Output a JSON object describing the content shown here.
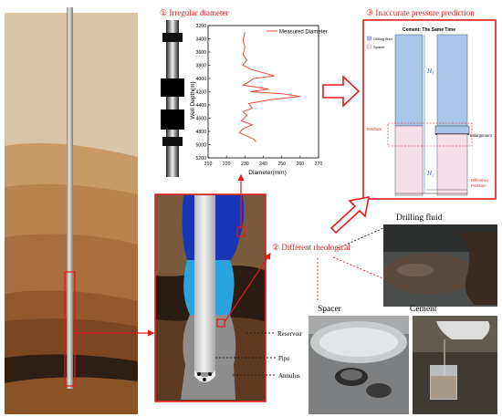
{
  "labels": {
    "irregular_diameter": "① Irregular diameter",
    "inaccurate_pressure": "③ Inaccurate pressure prediction",
    "different_rheological": "② Different rheological",
    "drilling_fluid": "Drilling fluid",
    "spacer": "Spacer",
    "cement": "Cement",
    "reservoir": "Reservoir",
    "pipe": "Pipe",
    "annulus": "Annulus"
  },
  "pressure_panel": {
    "title": "Cement: The Same Time",
    "legend_drilling_fluid": "Drilling fluid",
    "legend_spacer": "Spacer",
    "h1": "H₁",
    "h2": "H₂",
    "interface": "Interface",
    "enlargement": "Enlargement",
    "difference_line1": "Difference",
    "difference_line2": "Pressure"
  },
  "chart_data": {
    "type": "line",
    "xlabel": "Diameter(mm)",
    "ylabel": "Well Depth(m)",
    "xlim": [
      210,
      270
    ],
    "ylim": [
      3200,
      5200
    ],
    "x_ticks": [
      210,
      220,
      230,
      240,
      250,
      260,
      270
    ],
    "y_ticks": [
      3200,
      3400,
      3600,
      3800,
      4000,
      4200,
      4400,
      4600,
      4800,
      5000,
      5200
    ],
    "invert_y": true,
    "series": [
      {
        "name": "Measured Diameter",
        "color": "#e74c3c",
        "points": [
          [
            230,
            3300
          ],
          [
            229,
            3420
          ],
          [
            230,
            3520
          ],
          [
            229,
            3640
          ],
          [
            231,
            3720
          ],
          [
            229,
            3800
          ],
          [
            233,
            3860
          ],
          [
            246,
            3960
          ],
          [
            235,
            4000
          ],
          [
            232,
            4050
          ],
          [
            229,
            4100
          ],
          [
            243,
            4160
          ],
          [
            233,
            4200
          ],
          [
            250,
            4230
          ],
          [
            260,
            4270
          ],
          [
            244,
            4320
          ],
          [
            232,
            4380
          ],
          [
            234,
            4450
          ],
          [
            229,
            4500
          ],
          [
            231,
            4560
          ],
          [
            228,
            4640
          ],
          [
            234,
            4700
          ],
          [
            229,
            4760
          ],
          [
            227,
            4820
          ],
          [
            232,
            4880
          ],
          [
            235,
            4920
          ],
          [
            236,
            4960
          ]
        ]
      }
    ]
  },
  "colors": {
    "red": "#e31a1c",
    "blue_light": "#a9c6e8",
    "pink_light": "#f6dfe9"
  }
}
